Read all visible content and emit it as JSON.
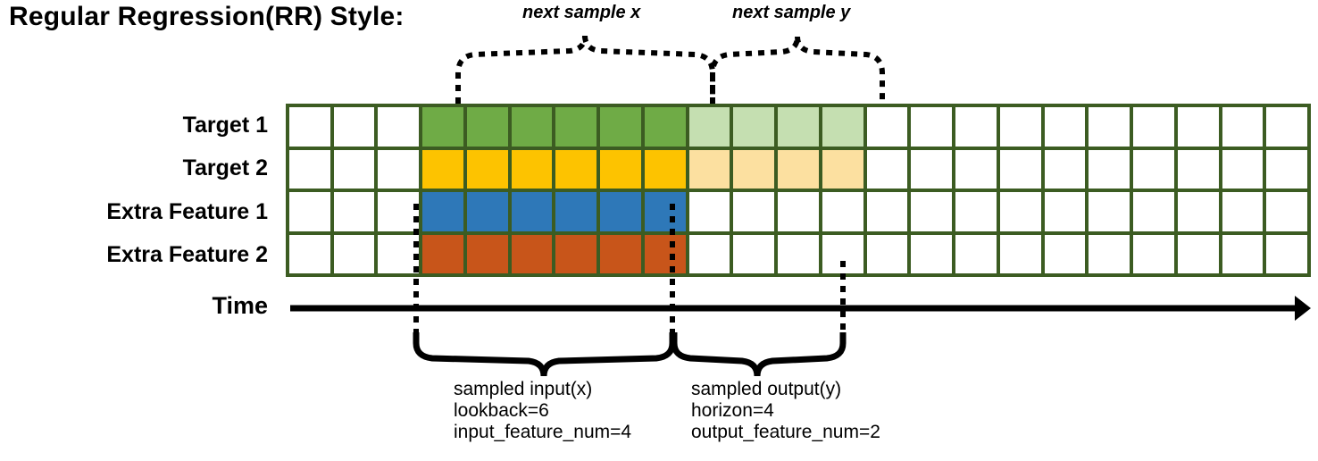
{
  "title": "Regular Regression(RR) Style:",
  "row_labels": [
    "Target 1",
    "Target 2",
    "Extra Feature 1",
    "Extra Feature 2"
  ],
  "time_axis_label": "Time",
  "annotations": {
    "next_sample_x": "next sample x",
    "next_sample_y": "next sample y"
  },
  "bottom_left_block": {
    "line1": "sampled input(x)",
    "line2": "lookback=6",
    "line3": "input_feature_num=4"
  },
  "bottom_right_block": {
    "line1": "sampled output(y)",
    "line2": "horizon=4",
    "line3": "output_feature_num=2"
  },
  "colors": {
    "grid_line": "#3c5c22",
    "green": "#6fab46",
    "green_light": "#c5dfb1",
    "yellow": "#fdc300",
    "yellow_light": "#fce0a0",
    "blue": "#2e78b8",
    "orange": "#c8551a",
    "empty": "#ffffff",
    "ink": "#000000"
  },
  "chart_data": {
    "type": "heatmap",
    "title": "Regular Regression(RR) Style:",
    "columns": 23,
    "rows": 4,
    "row_names": [
      "Target 1",
      "Target 2",
      "Extra Feature 1",
      "Extra Feature 2"
    ],
    "lookback": 6,
    "horizon": 4,
    "input_feature_num": 4,
    "output_feature_num": 2,
    "input_start_col": 4,
    "input_end_col": 9,
    "output_start_col": 10,
    "output_end_col": 13,
    "grid": [
      [
        "empty",
        "empty",
        "empty",
        "green",
        "green",
        "green",
        "green",
        "green",
        "green",
        "green_light",
        "green_light",
        "green_light",
        "green_light",
        "empty",
        "empty",
        "empty",
        "empty",
        "empty",
        "empty",
        "empty",
        "empty",
        "empty",
        "empty"
      ],
      [
        "empty",
        "empty",
        "empty",
        "yellow",
        "yellow",
        "yellow",
        "yellow",
        "yellow",
        "yellow",
        "yellow_light",
        "yellow_light",
        "yellow_light",
        "yellow_light",
        "empty",
        "empty",
        "empty",
        "empty",
        "empty",
        "empty",
        "empty",
        "empty",
        "empty",
        "empty"
      ],
      [
        "empty",
        "empty",
        "empty",
        "blue",
        "blue",
        "blue",
        "blue",
        "blue",
        "blue",
        "empty",
        "empty",
        "empty",
        "empty",
        "empty",
        "empty",
        "empty",
        "empty",
        "empty",
        "empty",
        "empty",
        "empty",
        "empty",
        "empty"
      ],
      [
        "empty",
        "empty",
        "empty",
        "orange",
        "orange",
        "orange",
        "orange",
        "orange",
        "orange",
        "empty",
        "empty",
        "empty",
        "empty",
        "empty",
        "empty",
        "empty",
        "empty",
        "empty",
        "empty",
        "empty",
        "empty",
        "empty",
        "empty"
      ]
    ]
  }
}
